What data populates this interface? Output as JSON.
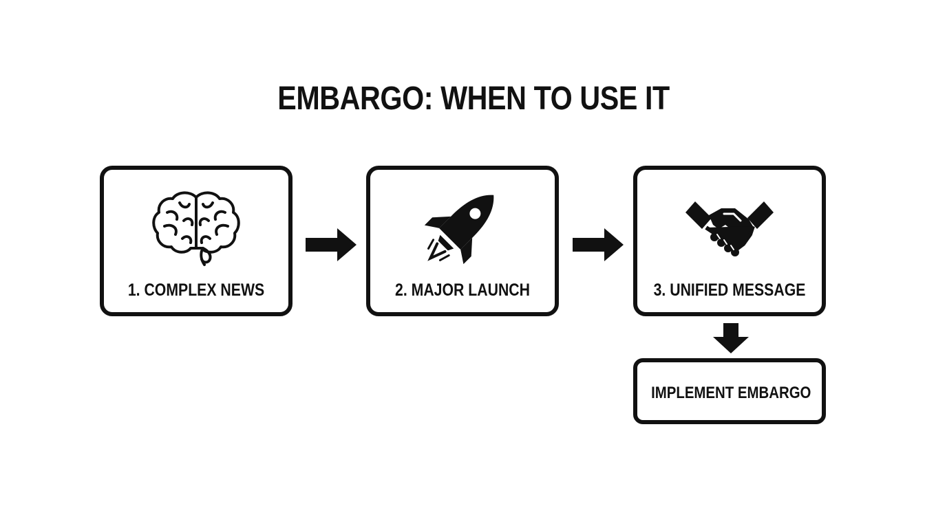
{
  "title": "EMBARGO: WHEN TO USE IT",
  "steps": [
    {
      "label": "1. COMPLEX NEWS",
      "icon": "brain-icon"
    },
    {
      "label": "2. MAJOR LAUNCH",
      "icon": "rocket-icon"
    },
    {
      "label": "3. UNIFIED MESSAGE",
      "icon": "handshake-icon"
    }
  ],
  "outcome": {
    "label": "IMPLEMENT EMBARGO"
  },
  "colors": {
    "stroke": "#111111",
    "background": "#ffffff"
  }
}
